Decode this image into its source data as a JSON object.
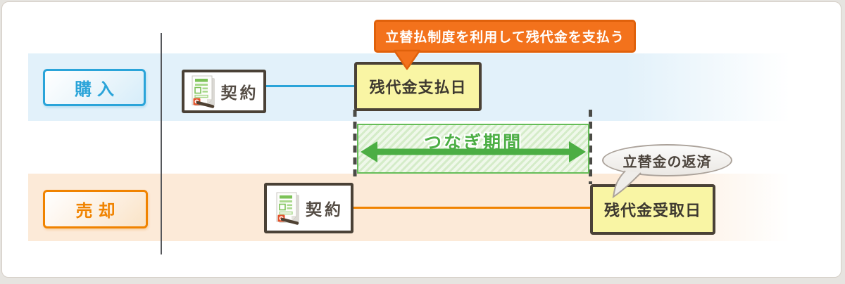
{
  "diagram": {
    "title_hint": "bridge-financing-timeline",
    "callout": {
      "text": "立替払制度を利用して残代金を支払う"
    },
    "bridge": {
      "label": "つなぎ期間"
    },
    "bubble": {
      "text": "立替金の返済"
    },
    "rows": {
      "purchase": {
        "label": "購入",
        "contract": "契約",
        "event": "残代金支払日"
      },
      "sale": {
        "label": "売却",
        "contract": "契約",
        "event": "残代金受取日"
      }
    },
    "icons": {
      "contract_icon": "document-with-stamp-and-pen"
    },
    "colors": {
      "purchase_accent": "#2aa4d9",
      "sale_accent": "#f08300",
      "purchase_band": "#e2f1fa",
      "sale_band": "#fcead8",
      "callout_bg": "#f3721c",
      "callout_border": "#e0610b",
      "bridge_green": "#4cae44",
      "bridge_border": "#65bd58",
      "event_bg": "#f9f5a4",
      "dark_box_border": "#4a4136",
      "dashed_line": "#4b4b46",
      "bubble_border": "#aba29a"
    }
  }
}
